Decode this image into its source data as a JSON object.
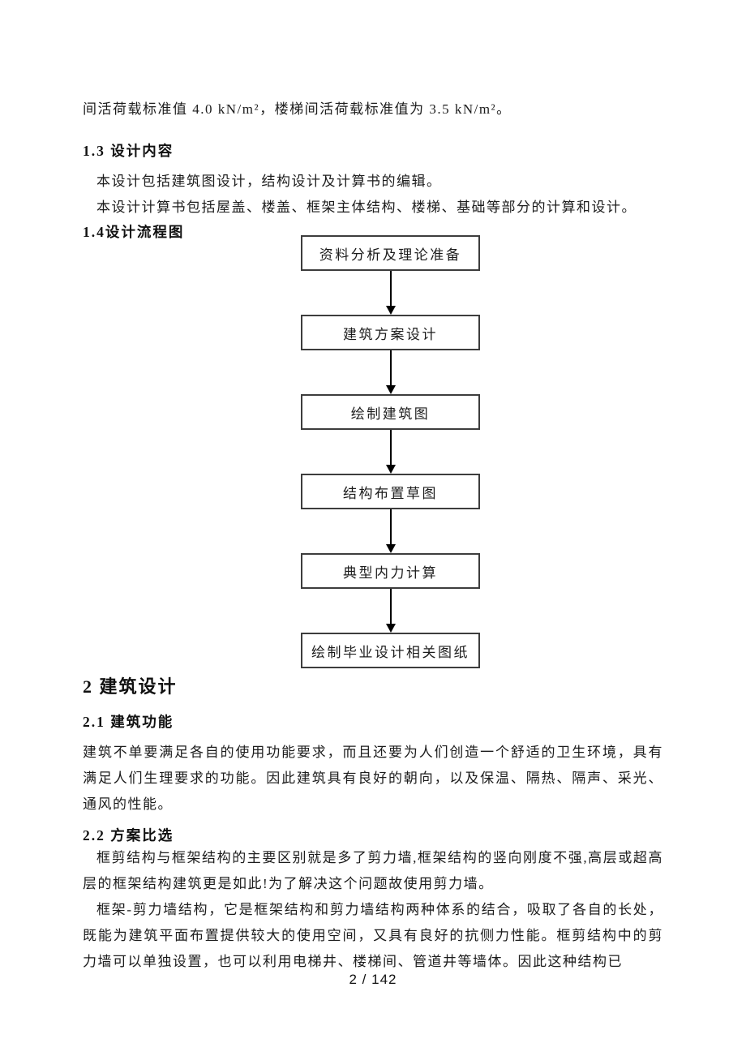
{
  "intro_line": "间活荷载标准值 4.0 kN/m²，楼梯间活荷载标准值为 3.5 kN/m²。",
  "sections": {
    "s13": {
      "heading": "1.3 设计内容",
      "para1": "本设计包括建筑图设计，结构设计及计算书的编辑。",
      "para2": "本设计计算书包括屋盖、楼盖、框架主体结构、楼梯、基础等部分的计算和设计。"
    },
    "s14": {
      "heading": "1.4设计流程图"
    },
    "s2": {
      "heading": "2 建筑设计"
    },
    "s21": {
      "heading": "2.1 建筑功能",
      "para": "建筑不单要满足各自的使用功能要求，而且还要为人们创造一个舒适的卫生环境，具有满足人们生理要求的功能。因此建筑具有良好的朝向，以及保温、隔热、隔声、采光、通风的性能。"
    },
    "s22": {
      "heading": "2.2 方案比选",
      "para1": "框剪结构与框架结构的主要区别就是多了剪力墙,框架结构的竖向刚度不强,高层或超高层的框架结构建筑更是如此!为了解决这个问题故使用剪力墙。",
      "para2": "框架-剪力墙结构，它是框架结构和剪力墙结构两种体系的结合，吸取了各自的长处，既能为建筑平面布置提供较大的使用空间，又具有良好的抗侧力性能。框剪结构中的剪力墙可以单独设置，也可以利用电梯井、楼梯间、管道井等墙体。因此这种结构已"
    }
  },
  "flowchart": {
    "steps": [
      "资料分析及理论准备",
      "建筑方案设计",
      "绘制建筑图",
      "结构布置草图",
      "典型内力计算",
      "绘制毕业设计相关图纸"
    ]
  },
  "footer": {
    "page_number": "2 / 142"
  }
}
